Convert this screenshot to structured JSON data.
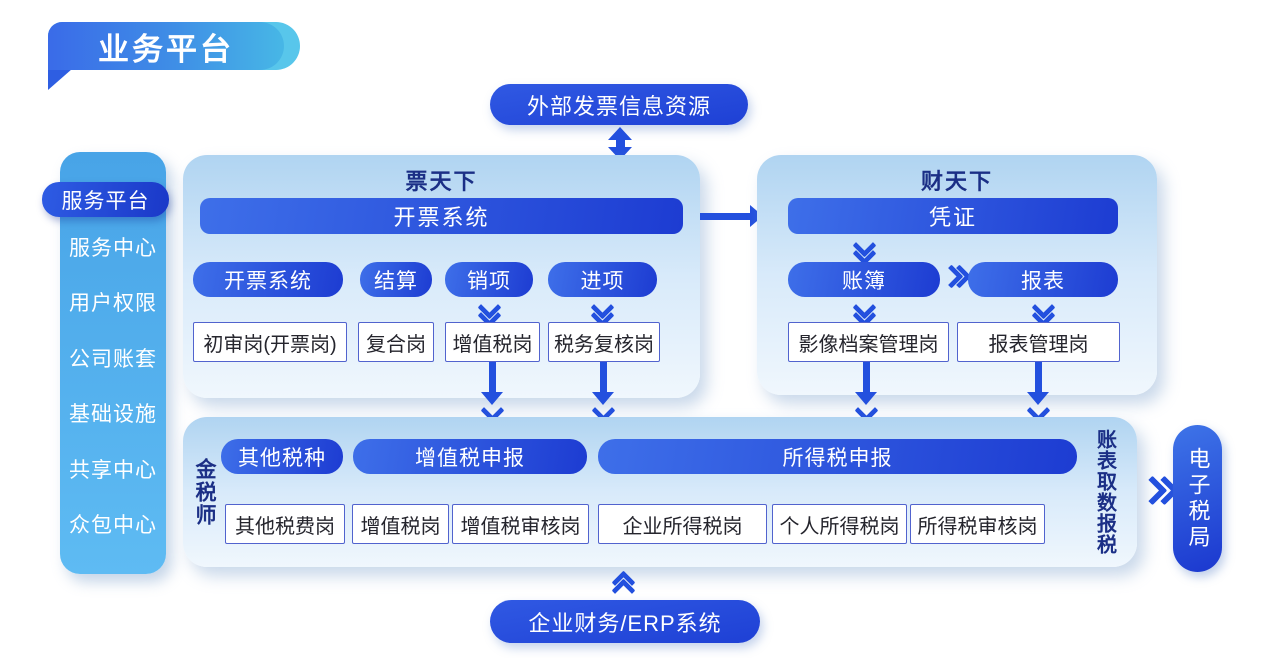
{
  "banner": {
    "title": "业务平台"
  },
  "external_pill": {
    "label": "外部发票信息资源"
  },
  "sidebar": {
    "header": "服务平台",
    "items": [
      "服务中心",
      "用户权限",
      "公司账套",
      "基础设施",
      "共享中心",
      "众包中心"
    ]
  },
  "piao": {
    "title": "票天下",
    "bar": "开票系统",
    "buttons": [
      "开票系统",
      "结算",
      "销项",
      "进项"
    ],
    "roles": [
      "初审岗(开票岗)",
      "复合岗",
      "增值税岗",
      "税务复核岗"
    ]
  },
  "cai": {
    "title": "财天下",
    "bar": "凭证",
    "buttons": [
      "账簿",
      "报表"
    ],
    "roles": [
      "影像档案管理岗",
      "报表管理岗"
    ]
  },
  "tax": {
    "left_label": "金税师",
    "right_label": "账表取数报税",
    "buttons": [
      "其他税种",
      "增值税申报",
      "所得税申报"
    ],
    "roles": [
      "其他税费岗",
      "增值税岗",
      "增值税审核岗",
      "企业所得税岗",
      "个人所得税岗",
      "所得税审核岗"
    ]
  },
  "etax": {
    "label": "电子税局"
  },
  "erp": {
    "label": "企业财务/ERP系统"
  },
  "colors": {
    "primary_blue": "#2350de",
    "button_gradient_start": "#3e6fe9",
    "button_gradient_end": "#1d3cd2",
    "panel_top": "#b0d4f1",
    "panel_bottom": "#f0f7fd",
    "sidebar_top": "#48a4e7",
    "sidebar_bottom": "#5ebbf3",
    "banner_start": "#3a6be8",
    "banner_end": "#47b7e6",
    "navy_text": "#1b2f86",
    "box_border": "#5163ce"
  }
}
